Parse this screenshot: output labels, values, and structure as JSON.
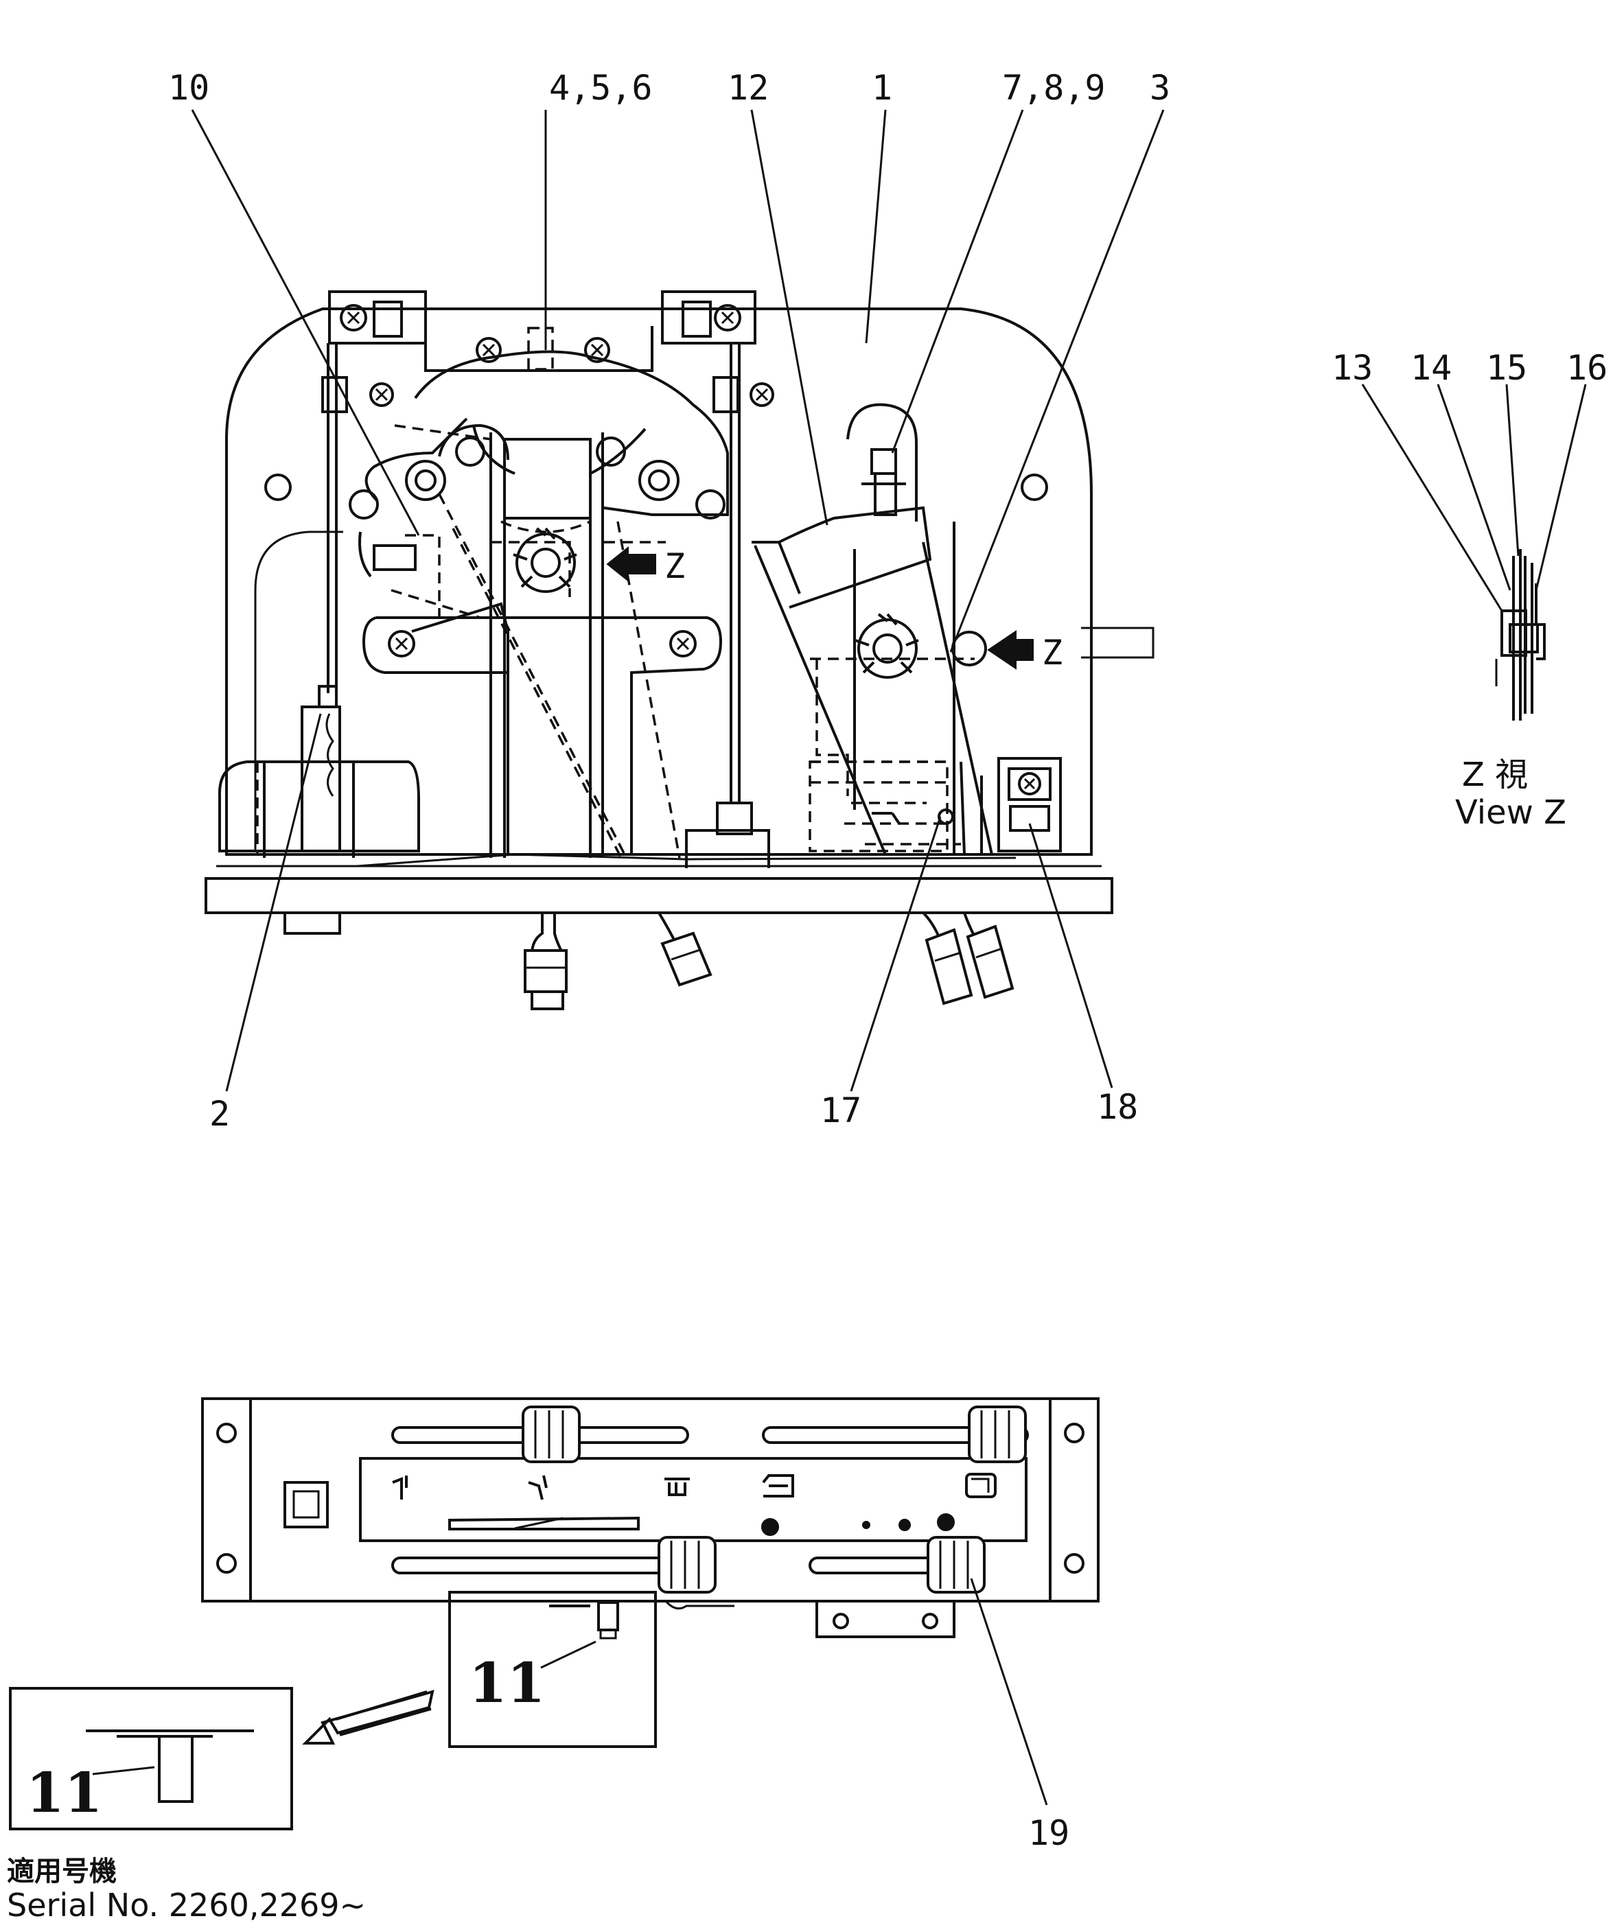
{
  "callouts": {
    "c1": "1",
    "c2": "2",
    "c3": "3",
    "c456": "4,5,6",
    "c789": "7,8,9",
    "c10": "10",
    "c11a": "11",
    "c11b": "11",
    "c12": "12",
    "c13": "13",
    "c14": "14",
    "c15": "15",
    "c16": "16",
    "c17": "17",
    "c18": "18",
    "c19": "19"
  },
  "arrows": {
    "z_left": "Z",
    "z_right": "Z"
  },
  "view_z": {
    "jp": "Z 視",
    "en": "View Z"
  },
  "serial": {
    "jp": "適用号機",
    "en": "Serial No. 2260,2269~"
  }
}
